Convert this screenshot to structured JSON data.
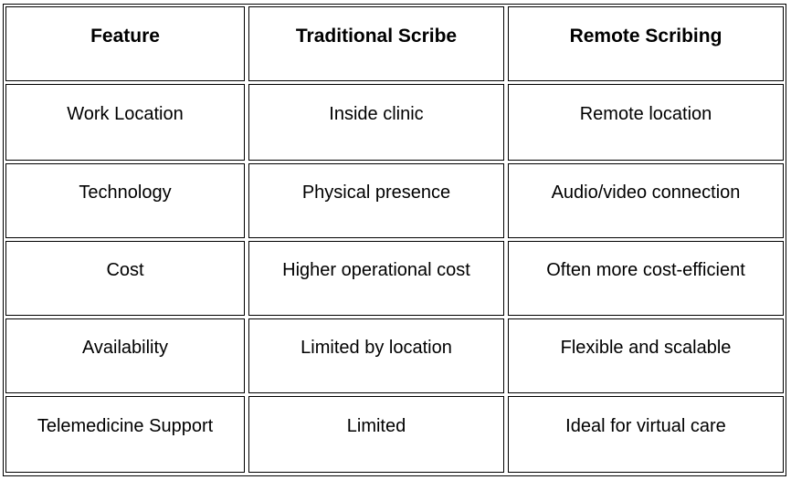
{
  "table": {
    "headers": [
      "Feature",
      "Traditional Scribe",
      "Remote Scribing"
    ],
    "rows": [
      [
        "Work Location",
        "Inside clinic",
        "Remote location"
      ],
      [
        "Technology",
        "Physical presence",
        "Audio/video connection"
      ],
      [
        "Cost",
        "Higher operational cost",
        "Often more cost-efficient"
      ],
      [
        "Availability",
        "Limited by location",
        "Flexible and scalable"
      ],
      [
        "Telemedicine Support",
        "Limited",
        "Ideal for virtual care"
      ]
    ]
  }
}
